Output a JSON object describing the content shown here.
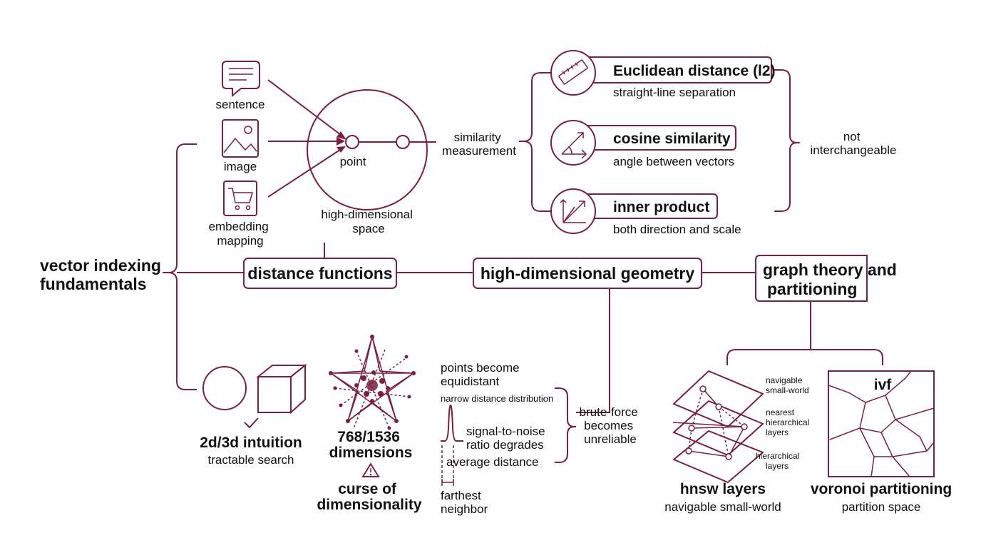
{
  "root": {
    "title_lines": [
      "vector indexing",
      "fundamentals"
    ]
  },
  "inputs": {
    "sentence": "sentence",
    "image": "image",
    "embedding_lines": [
      "embedding",
      "mapping"
    ]
  },
  "space": {
    "point_label": "point",
    "caption_lines": [
      "high-dimensional",
      "space"
    ]
  },
  "similarity": {
    "label_lines": [
      "similarity",
      "measurement"
    ],
    "metrics": [
      {
        "title": "Euclidean distance (l2)",
        "subtitle": "straight-line separation",
        "icon": "ruler-icon"
      },
      {
        "title": "cosine similarity",
        "subtitle": "angle between vectors",
        "icon": "angle-icon"
      },
      {
        "title": "inner product",
        "subtitle": "both direction and scale",
        "icon": "vector-projection-icon"
      }
    ],
    "note_lines": [
      "not",
      "interchangeable"
    ]
  },
  "spine": {
    "distance_functions": "distance functions",
    "geometry": "high-dimensional geometry",
    "graph_lines": [
      "graph theory and",
      "partitioning"
    ]
  },
  "intuition": {
    "title": "2d/3d intuition",
    "subtitle": "tractable search"
  },
  "dimensions": {
    "title_lines": [
      "768/1536",
      "dimensions"
    ],
    "curse_lines": [
      "curse of",
      "dimensionality"
    ]
  },
  "distribution": {
    "equidistant_lines": [
      "points become",
      "equidistant"
    ],
    "narrow": "narrow distance distribution",
    "snr_lines": [
      "signal-to-noise",
      "ratio degrades"
    ],
    "average": "average distance",
    "farthest_lines": [
      "farthest",
      "neighbor"
    ]
  },
  "bruteforce": {
    "lines": [
      "brute-force",
      "becomes",
      "unreliable"
    ]
  },
  "hnsw": {
    "layer_labels": [
      [
        "navigable",
        "small-world"
      ],
      [
        "nearest",
        "hierarchical",
        "layers"
      ],
      [
        "hierarchical",
        "layers"
      ]
    ],
    "title": "hnsw layers",
    "subtitle": "navigable small-world"
  },
  "ivf": {
    "label": "ivf",
    "title": "voronoi partitioning",
    "subtitle": "partition space"
  },
  "colors": {
    "accent": "#7a1f3d",
    "text": "#111111",
    "background": "#ffffff"
  }
}
